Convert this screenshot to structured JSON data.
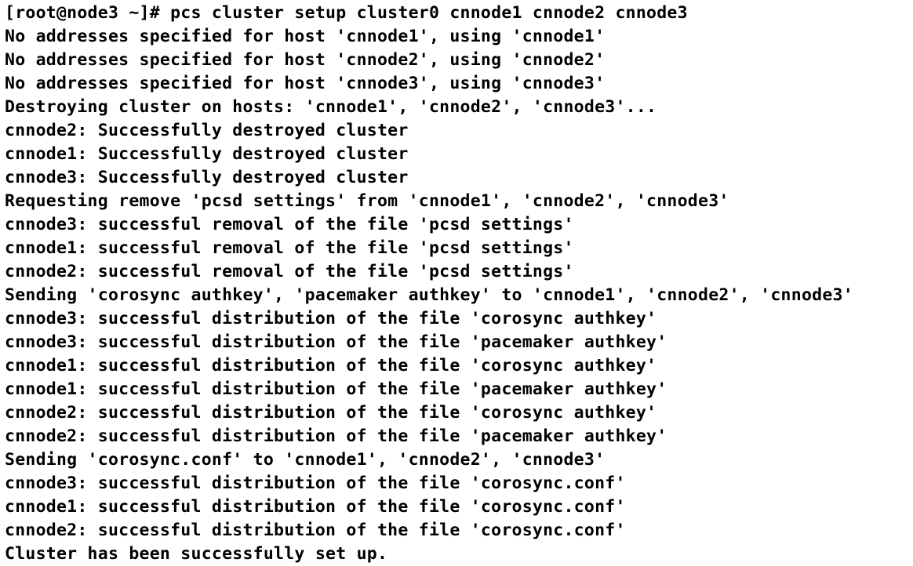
{
  "terminal": {
    "lines": [
      "[root@node3 ~]# pcs cluster setup cluster0 cnnode1 cnnode2 cnnode3",
      "No addresses specified for host 'cnnode1', using 'cnnode1'",
      "No addresses specified for host 'cnnode2', using 'cnnode2'",
      "No addresses specified for host 'cnnode3', using 'cnnode3'",
      "Destroying cluster on hosts: 'cnnode1', 'cnnode2', 'cnnode3'...",
      "cnnode2: Successfully destroyed cluster",
      "cnnode1: Successfully destroyed cluster",
      "cnnode3: Successfully destroyed cluster",
      "Requesting remove 'pcsd settings' from 'cnnode1', 'cnnode2', 'cnnode3'",
      "cnnode3: successful removal of the file 'pcsd settings'",
      "cnnode1: successful removal of the file 'pcsd settings'",
      "cnnode2: successful removal of the file 'pcsd settings'",
      "Sending 'corosync authkey', 'pacemaker authkey' to 'cnnode1', 'cnnode2', 'cnnode3'",
      "cnnode3: successful distribution of the file 'corosync authkey'",
      "cnnode3: successful distribution of the file 'pacemaker authkey'",
      "cnnode1: successful distribution of the file 'corosync authkey'",
      "cnnode1: successful distribution of the file 'pacemaker authkey'",
      "cnnode2: successful distribution of the file 'corosync authkey'",
      "cnnode2: successful distribution of the file 'pacemaker authkey'",
      "Sending 'corosync.conf' to 'cnnode1', 'cnnode2', 'cnnode3'",
      "cnnode3: successful distribution of the file 'corosync.conf'",
      "cnnode1: successful distribution of the file 'corosync.conf'",
      "cnnode2: successful distribution of the file 'corosync.conf'",
      "Cluster has been successfully set up."
    ]
  }
}
